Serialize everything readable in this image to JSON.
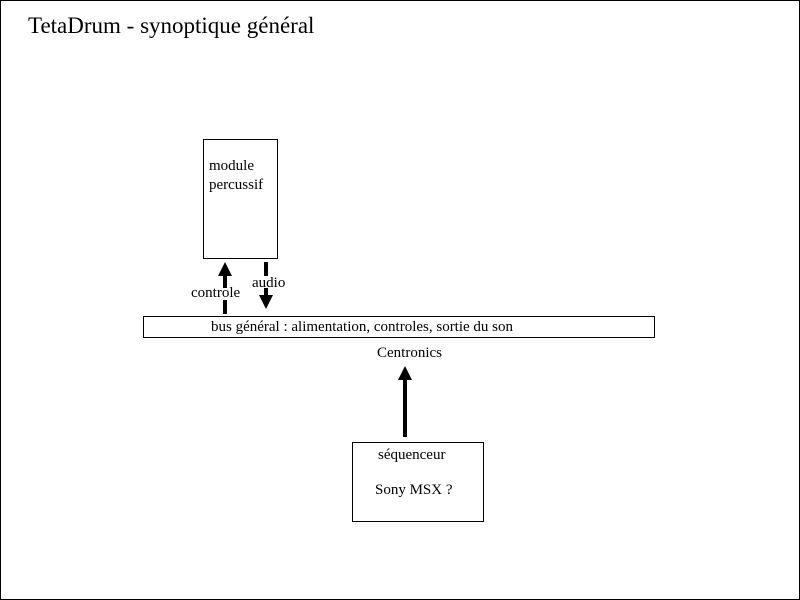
{
  "title": "TetaDrum - synoptique général",
  "module": {
    "label": "module\npercussif"
  },
  "bus": {
    "label": "bus général : alimentation, controles, sortie du son"
  },
  "links": {
    "controle": "controle",
    "audio": "audio",
    "centronics": "Centronics"
  },
  "sequencer": {
    "title": "séquenceur",
    "subtitle": "Sony MSX ?"
  },
  "colors": {
    "stroke": "#000000",
    "background": "#ffffff"
  }
}
